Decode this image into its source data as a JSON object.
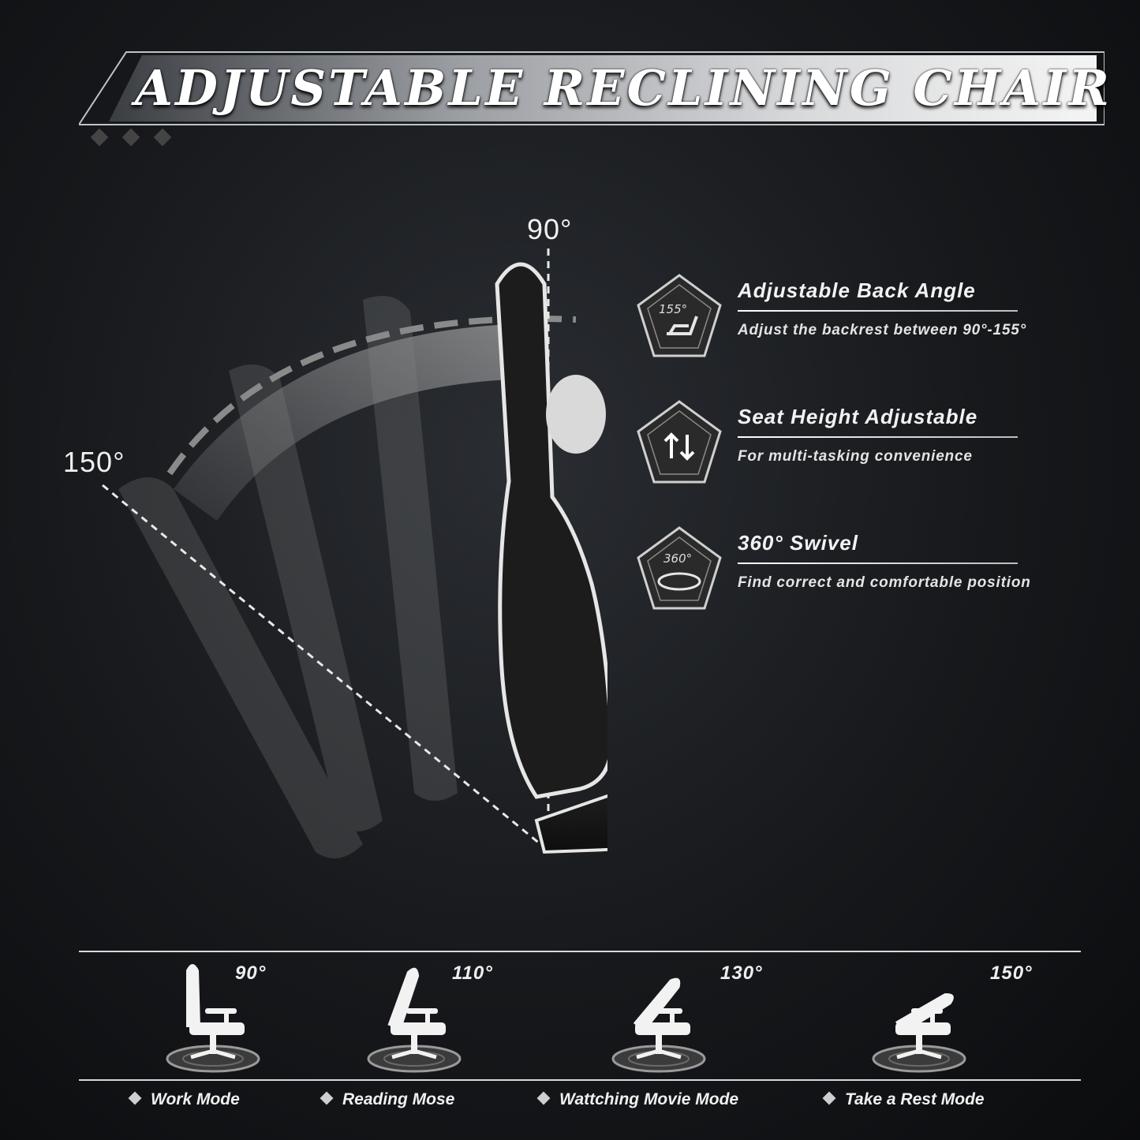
{
  "banner": {
    "title": "ADJUSTABLE RECLINING CHAIR"
  },
  "angles": {
    "vertical": "90°",
    "recline": "150°"
  },
  "features": [
    {
      "title": "Adjustable Back Angle",
      "icon_text": "155°",
      "icon": "recline-seat-icon",
      "desc": "Adjust the backrest between 90°-155°"
    },
    {
      "title": "Seat Height Adjustable",
      "icon": "up-down-arrows-icon",
      "desc": "For multi-tasking convenience"
    },
    {
      "title": "360° Swivel",
      "icon_text": "360°",
      "icon": "swivel-icon",
      "desc": "Find correct and comfortable position"
    }
  ],
  "modes": [
    {
      "angle": "90°",
      "label": "Work Mode",
      "recline_deg": 90
    },
    {
      "angle": "110°",
      "label": "Reading Mose",
      "recline_deg": 110
    },
    {
      "angle": "130°",
      "label": "Wattching Movie Mode",
      "recline_deg": 130
    },
    {
      "angle": "150°",
      "label": "Take a Rest Mode",
      "recline_deg": 150
    }
  ],
  "colors": {
    "background": "#16181b",
    "accent": "#ffffff",
    "line": "#d9d9d9"
  }
}
